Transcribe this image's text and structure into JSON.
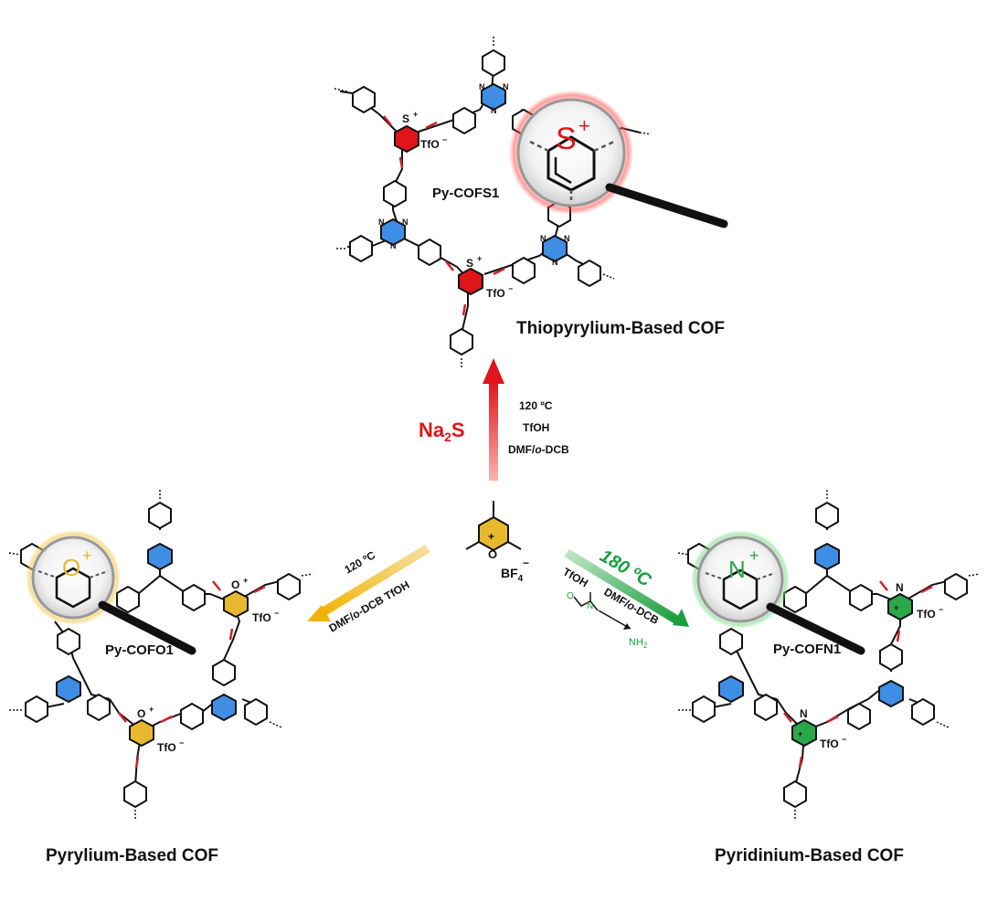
{
  "colors": {
    "thio": "#e0141b",
    "pyrylium": "#e8b92f",
    "pyridinium": "#2aa84a",
    "triazine": "#3e8ee6",
    "vinyl": "#d0202a",
    "bond": "#111111"
  },
  "top": {
    "cof_name": "Py-COFS1",
    "counterion": "TfO",
    "counterion_charge": "−",
    "heteroatom": "S",
    "heteroatom_charge": "+",
    "title": "Thiopyrylium-Based COF",
    "triazine_atom": "N"
  },
  "left": {
    "cof_name": "Py-COFO1",
    "counterion": "TfO",
    "counterion_charge": "−",
    "heteroatom": "O",
    "heteroatom_charge": "+",
    "title": "Pyrylium-Based  COF"
  },
  "right": {
    "cof_name": "Py-COFN1",
    "counterion": "TfO",
    "counterion_charge": "−",
    "heteroatom": "N",
    "heteroatom_charge": "+",
    "title": "Pyridinium-Based  COF"
  },
  "center": {
    "heteroatom": "O",
    "charge": "+",
    "anion": "BF",
    "anion_sub": "4",
    "anion_charge": "−"
  },
  "arrow_up": {
    "reagent": "Na",
    "reagent_sub": "2",
    "reagent_tail": "S",
    "cond1": "120 ºC",
    "cond2": "TfOH",
    "cond3_pre": "DMF/",
    "cond3_italic": "o",
    "cond3_post": "-DCB"
  },
  "arrow_left": {
    "cond1": "120 ºC",
    "cond2": "DMF/o-DCB   TfOH"
  },
  "arrow_right": {
    "temp": "180 ºC",
    "cond1": "TfOH",
    "cond2_pre": "DMF/",
    "cond2_italic": "o",
    "cond2_post": "-DCB",
    "dmf_n": "N",
    "dmf_o": "O",
    "amine": "NH",
    "amine_sub": "2"
  }
}
